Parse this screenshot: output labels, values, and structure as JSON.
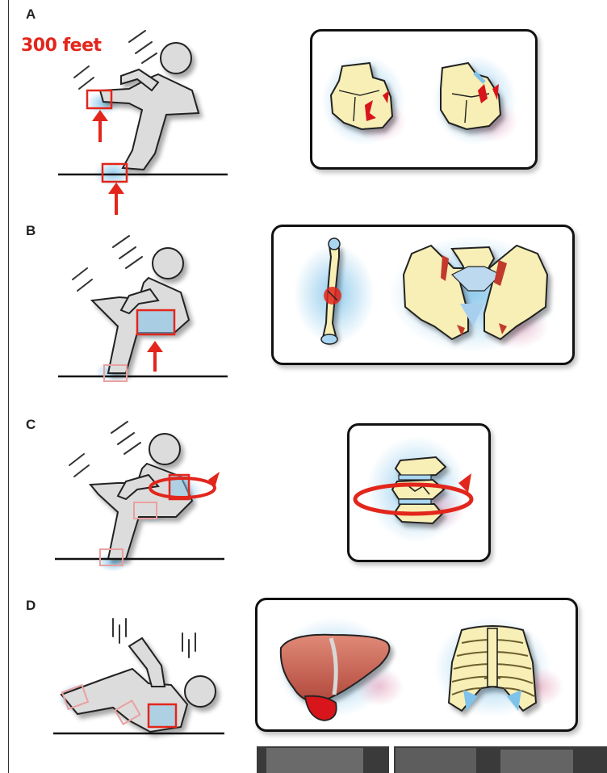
{
  "panels": [
    {
      "label": "A",
      "callout": "300 feet",
      "injuries": [
        "calcaneus-fracture",
        "talus-fracture"
      ]
    },
    {
      "label": "B",
      "injuries": [
        "femur-fracture",
        "pelvis-fracture"
      ]
    },
    {
      "label": "C",
      "injuries": [
        "spine-rotation-fracture"
      ]
    },
    {
      "label": "D",
      "injuries": [
        "liver-injury",
        "rib-cage-injury"
      ]
    }
  ],
  "colors": {
    "impact": "#e2261b",
    "bone": "#f7efb5",
    "glow_blue": "#7fc3ea",
    "glow_pink": "#e9b3c8",
    "figure_fill": "#d8d8d8",
    "liver": "#c9574a",
    "gallbladder": "#d8151a"
  }
}
